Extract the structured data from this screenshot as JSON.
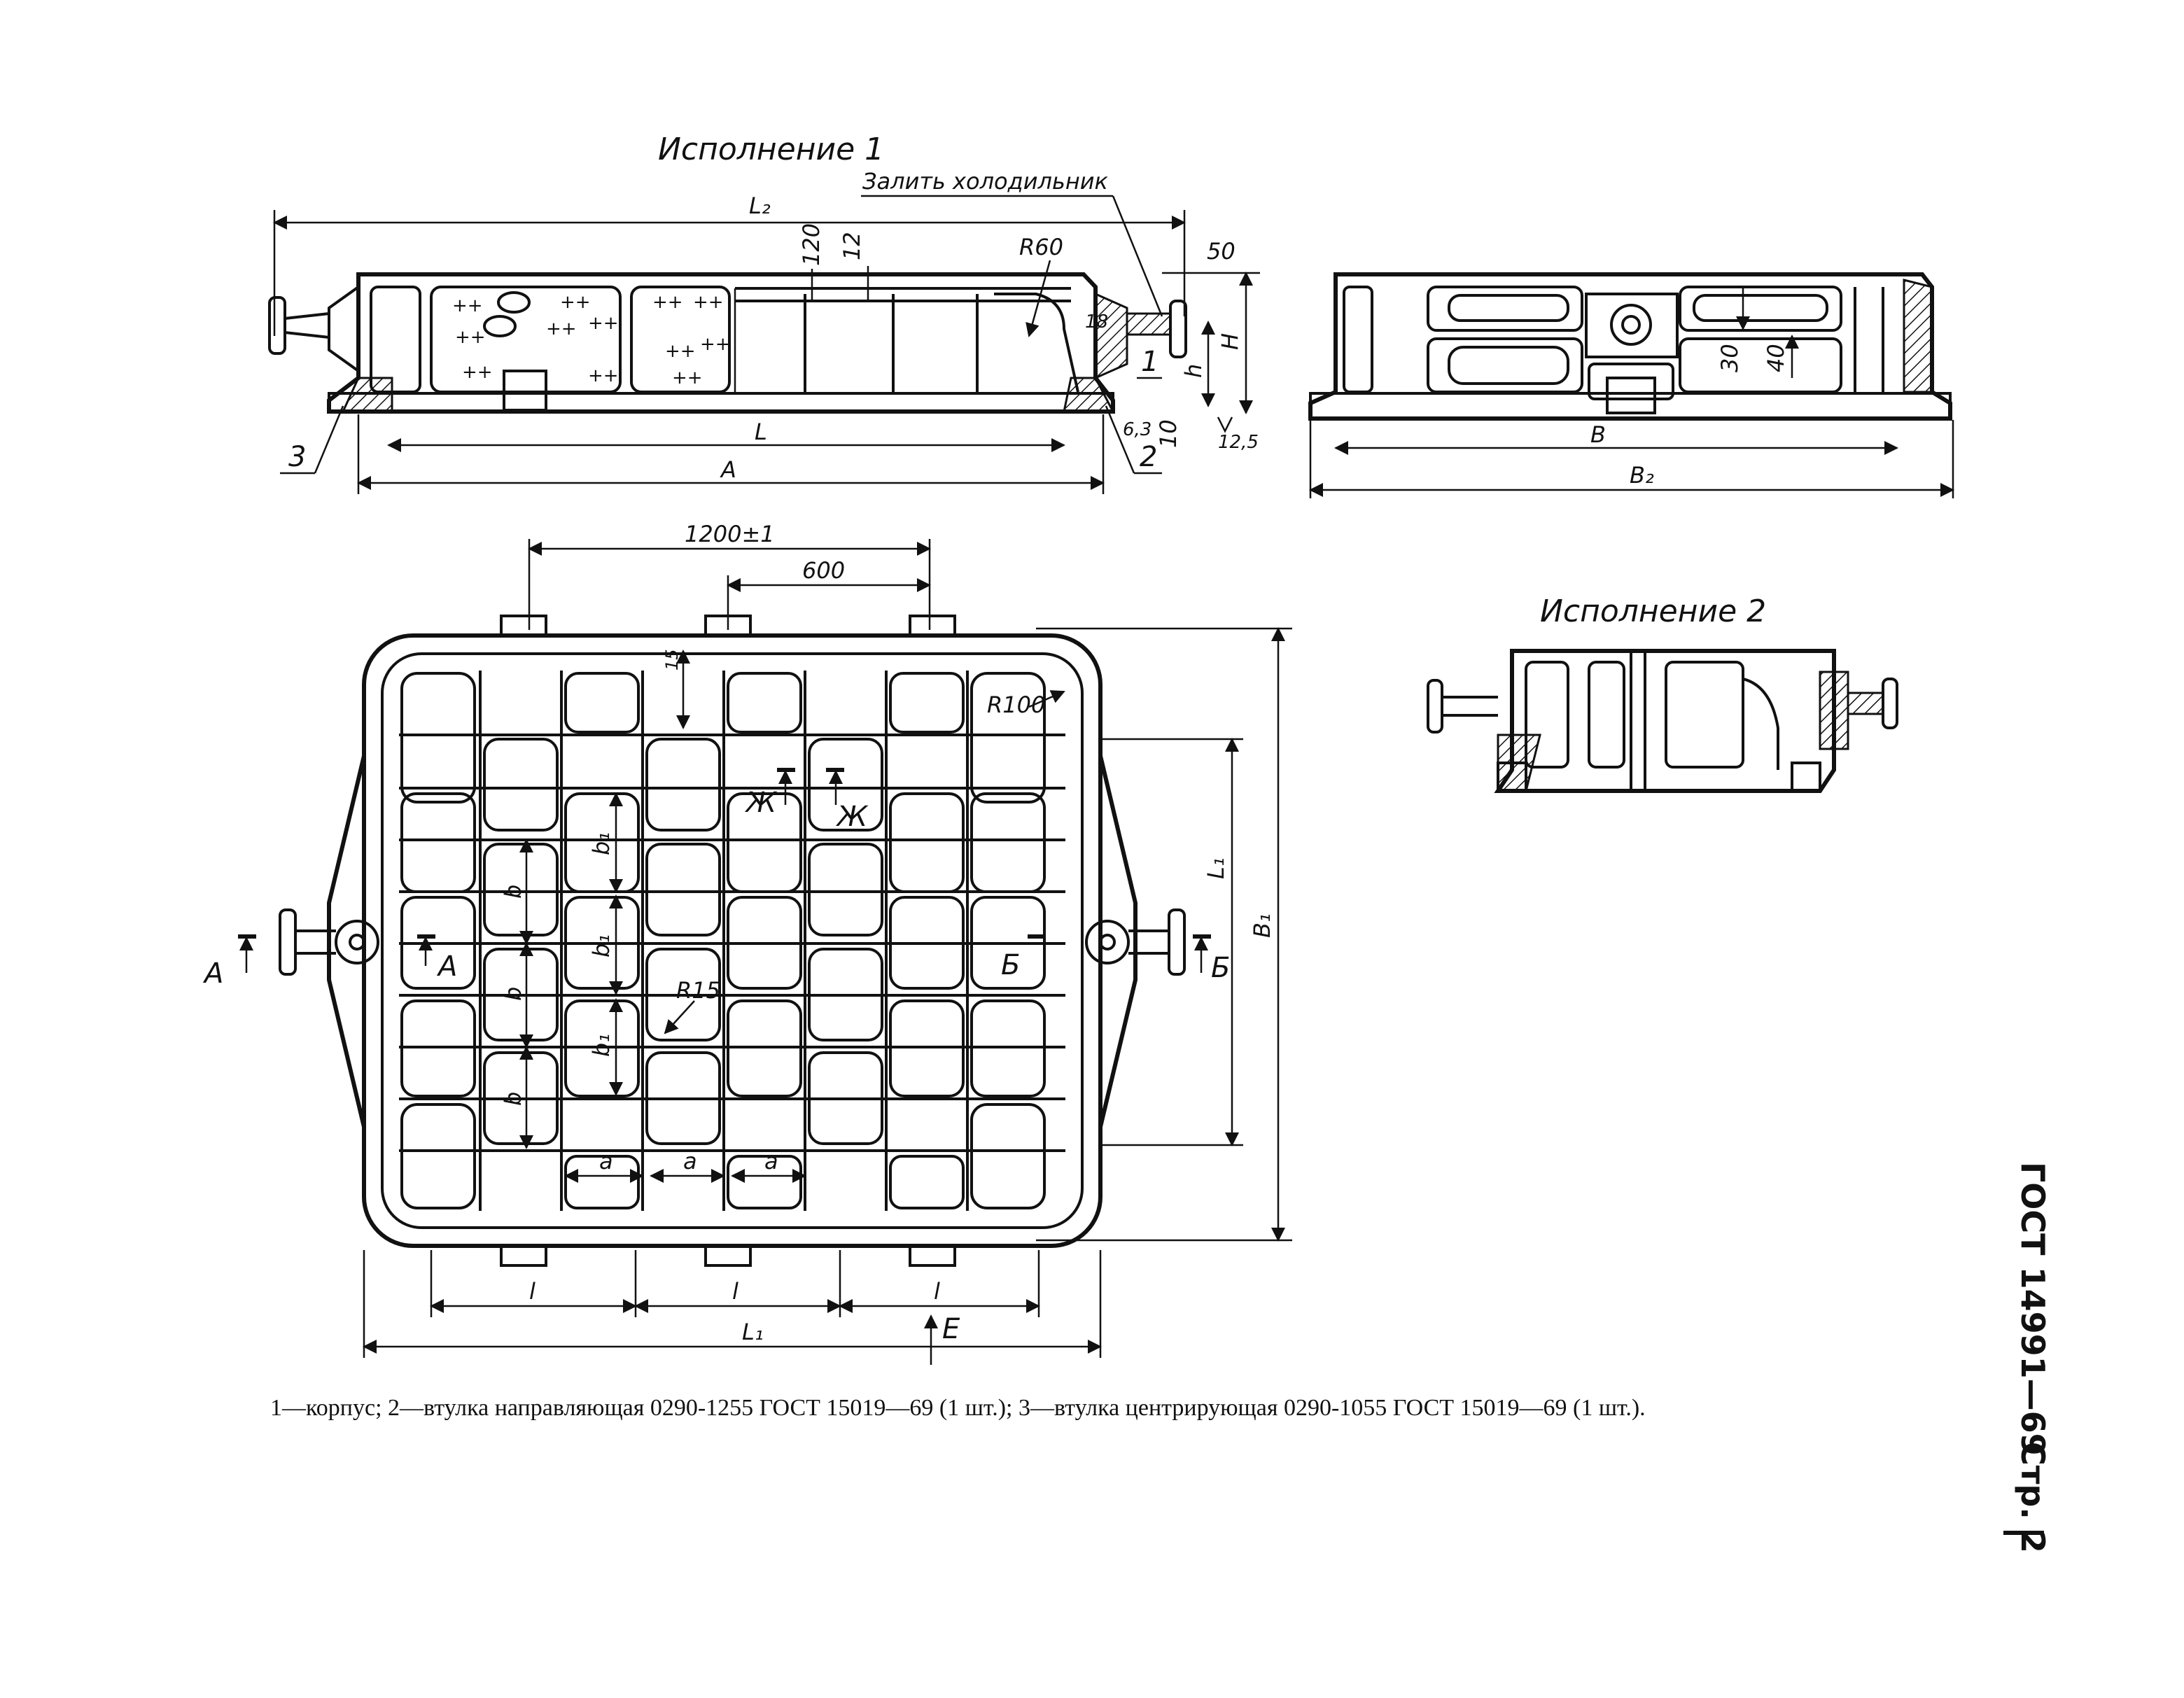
{
  "views": {
    "variant1_title": "Исполнение 1",
    "variant2_title": "Исполнение 2",
    "pour_note": "Залить холодильник"
  },
  "dimensions": {
    "L2": "L₂",
    "L": "L",
    "A": "A",
    "R60": "R60",
    "d120": "120",
    "d12": "12",
    "d50": "50",
    "H": "H",
    "h": "h",
    "d10": "10",
    "d63": "6,3",
    "d125": "12,5",
    "d18": "18",
    "B": "B",
    "B2": "B₂",
    "d30": "30",
    "d40": "40",
    "d1200": "1200±1",
    "d600": "600",
    "d15": "15",
    "R100": "R100",
    "R15": "R15",
    "L1_right": "L₁",
    "B1": "B₁",
    "b1": "b₁",
    "b": "b",
    "a": "a",
    "l": "l",
    "L1_bottom": "L₁"
  },
  "callouts": {
    "p1": "1",
    "p2": "2",
    "p3": "3"
  },
  "sections": {
    "A": "A",
    "B": "Б",
    "Zh": "Ж",
    "E": "Е"
  },
  "caption": "1—корпус; 2—втулка направляющая 0290-1255 ГОСТ 15019—69 (1 шт.); 3—втулка центрирующая 0290-1055 ГОСТ 15019—69 (1 шт.).",
  "sidebar": {
    "standard": "ГОСТ 14991—69",
    "page": "Стр. 2"
  }
}
